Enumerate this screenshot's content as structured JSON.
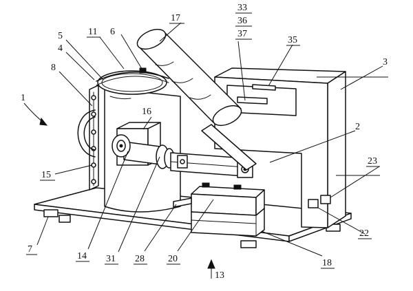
{
  "figure": {
    "refs": {
      "r1": "1",
      "r2": "2",
      "r3": "3",
      "r4": "4",
      "r5": "5",
      "r6": "6",
      "r7": "7",
      "r8": "8",
      "r11": "11",
      "r13": "13",
      "r14": "14",
      "r15": "15",
      "r16": "16",
      "r17": "17",
      "r18": "18",
      "r20": "20",
      "r22": "22",
      "r23": "23",
      "r28": "28",
      "r31": "31",
      "r33": "33",
      "r35": "35",
      "r36": "36",
      "r37": "37"
    }
  }
}
